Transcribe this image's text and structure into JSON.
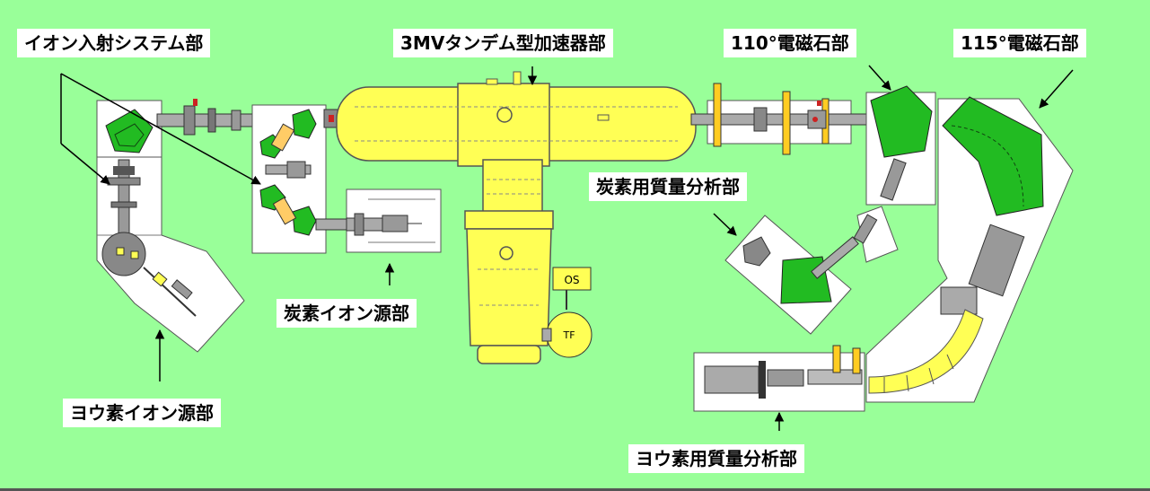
{
  "labels": {
    "injection": "イオン入射システム部",
    "accelerator": "3MVタンデム型加速器部",
    "magnet110": "110°電磁石部",
    "magnet115": "115°電磁石部",
    "carbon_mass": "炭素用質量分析部",
    "carbon_source": "炭素イオン源部",
    "iodine_source": "ヨウ素イオン源部",
    "iodine_mass": "ヨウ素用質量分析部"
  },
  "device_text": {
    "os": "OS",
    "tf": "TF"
  },
  "colors": {
    "background": "#99ff99",
    "accelerator_tank": "#ffff55",
    "magnet": "#22bb22",
    "component": "#999999",
    "platform": "#ffffff",
    "label_bg": "#ffffff"
  }
}
